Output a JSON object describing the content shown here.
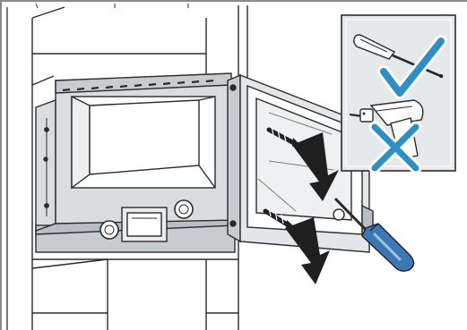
{
  "figure": {
    "subject": "built-in-microwave-door-screw-mounting",
    "colors": {
      "frame_border": "#8a8a8a",
      "line": "#2b2b2b",
      "light_gray": "#d9dde0",
      "mid_gray": "#b8bec3",
      "dark": "#1f1f1f",
      "inset_bg": "#e6e9eb",
      "accent_blue": "#2f8fc5",
      "screwdriver_handle": "#3b78b5",
      "white": "#ffffff"
    },
    "tools_inset": {
      "allowed_tool": "screwdriver",
      "allowed_mark": "check-icon",
      "forbidden_tool": "power-drill",
      "forbidden_mark": "cross-icon"
    },
    "screws": [
      {
        "name": "upper-screw"
      },
      {
        "name": "lower-screw"
      }
    ]
  }
}
